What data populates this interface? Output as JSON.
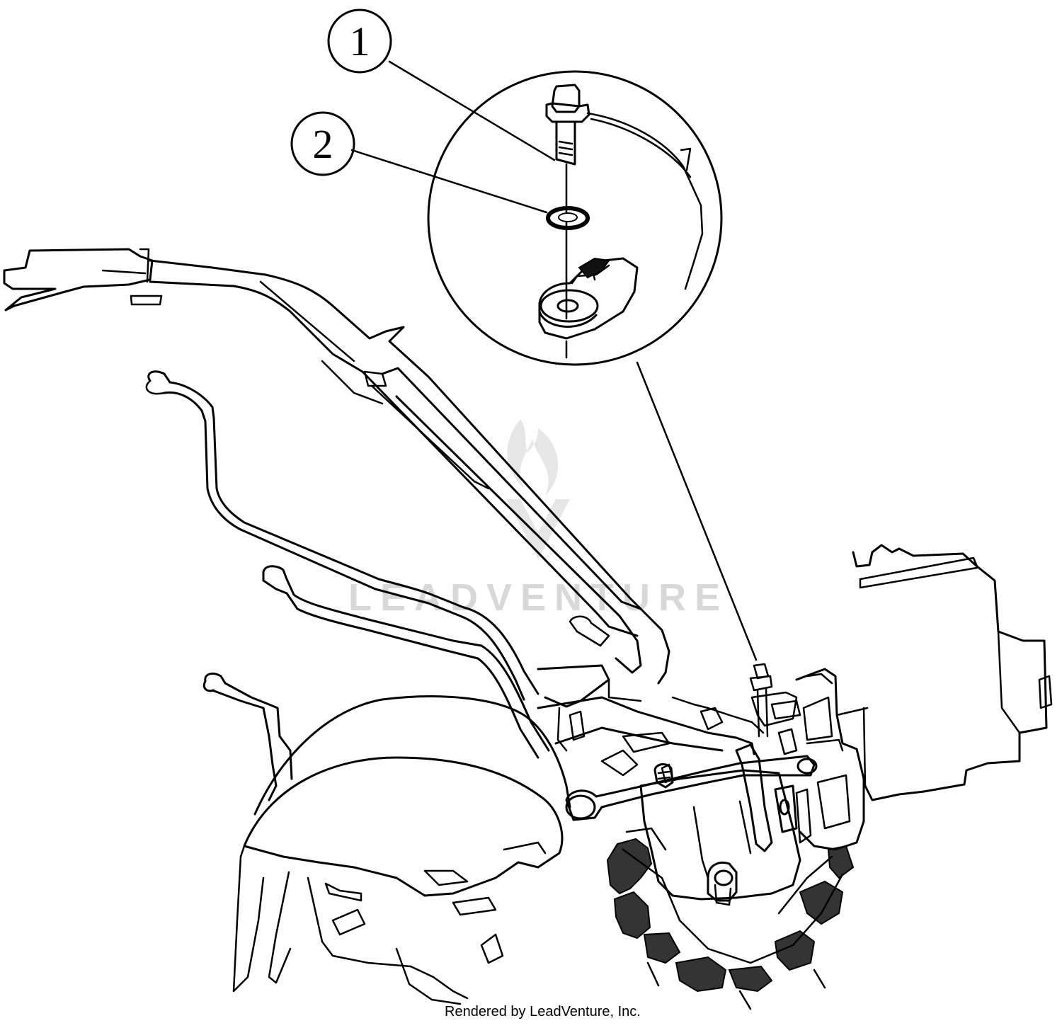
{
  "callouts": [
    {
      "number": "1",
      "part": "bolt"
    },
    {
      "number": "2",
      "part": "washer"
    }
  ],
  "watermark": "LEADVENTURE",
  "footer": "Rendered by LeadVenture, Inc."
}
